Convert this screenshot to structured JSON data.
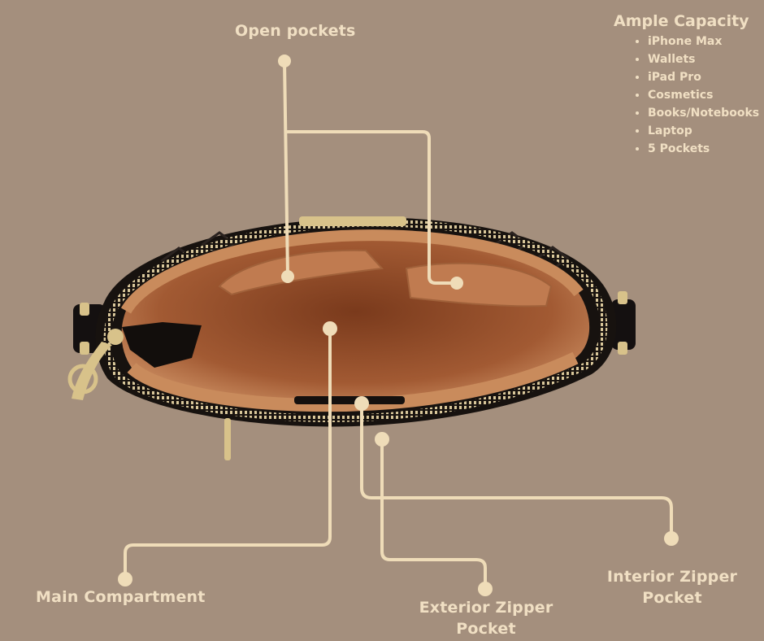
{
  "labels": {
    "open_pockets": "Open pockets",
    "main_compartment": "Main Compartment",
    "exterior_zipper_line1": "Exterior Zipper",
    "exterior_zipper_line2": "Pocket",
    "interior_zipper_line1": "Interior Zipper",
    "interior_zipper_line2": "Pocket"
  },
  "capacity": {
    "title": "Ample Capacity",
    "items": [
      "iPhone Max",
      "Wallets",
      "iPad Pro",
      "Cosmetics",
      "Books/Notebooks",
      "Laptop",
      "5 Pockets"
    ]
  },
  "colors": {
    "background": "#a48f7d",
    "callout": "#f0dfc3",
    "leather": "#17120f",
    "lining": "#c48358",
    "hardware": "#d8c28a"
  }
}
